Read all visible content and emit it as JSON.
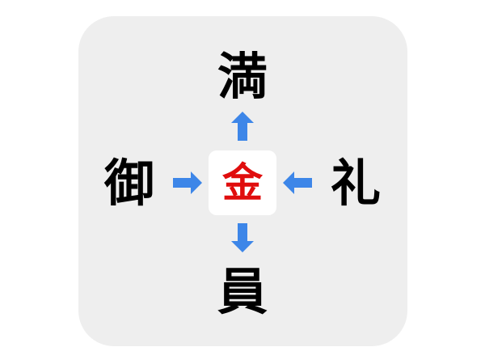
{
  "puzzle": {
    "center": "金",
    "top": "満",
    "left": "御",
    "right": "礼",
    "bottom": "員"
  },
  "colors": {
    "panel": "#eeeeee",
    "center_text": "#e00d0d",
    "arrow": "#3d86e8",
    "kanji": "#000000"
  },
  "arrows": {
    "top": "arrow-up",
    "left": "arrow-right",
    "right": "arrow-left",
    "bottom": "arrow-down"
  }
}
